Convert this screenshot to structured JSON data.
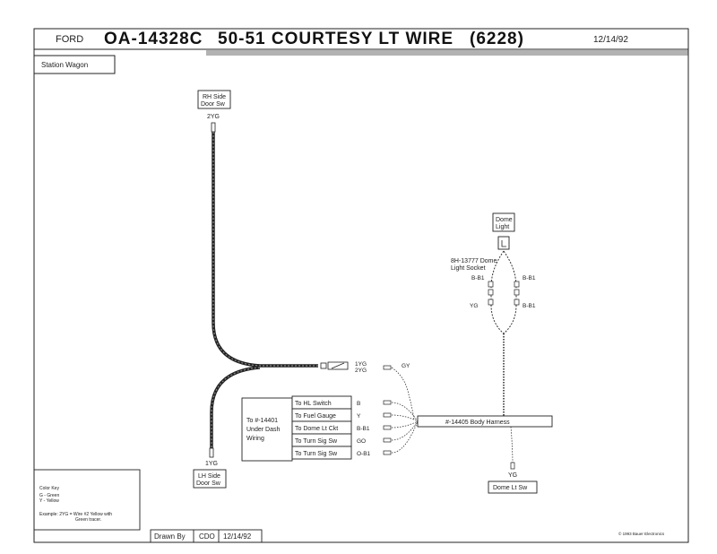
{
  "header": {
    "make": "FORD",
    "part_number": "OA-14328C",
    "title": "50-51 COURTESY LT WIRE",
    "code": "(6228)",
    "date": "12/14/92"
  },
  "vehicle_tag": "Station Wagon",
  "components": {
    "rh_switch": [
      "RH Side",
      "Door Sw"
    ],
    "rh_wire": "2YG",
    "lh_switch": [
      "LH Side",
      "Door Sw"
    ],
    "lh_wire": "1YG",
    "dome_light": [
      "Dome",
      "Light"
    ],
    "dome_socket": [
      "8H-13777 Dome",
      "Light Socket"
    ],
    "socket_wires": {
      "left_top": "B-B1",
      "left_bottom": "YG",
      "right_top": "B-B1",
      "right_bottom": "B-B1"
    },
    "junction_wires": [
      "1YG",
      "2YG"
    ],
    "gy_wire": "GY",
    "body_harness": "#-14405 Body Harness",
    "dome_lt_sw_wire": "YG",
    "dome_lt_sw": "Dome Lt Sw"
  },
  "under_dash": {
    "label": [
      "To #-14401",
      "Under Dash",
      "Wiring"
    ],
    "rows": [
      {
        "destination": "To HL Switch",
        "wire": "B"
      },
      {
        "destination": "To Fuel Gauge",
        "wire": "Y"
      },
      {
        "destination": "To Dome Lt Ckt",
        "wire": "B-B1"
      },
      {
        "destination": "To Turn Sig Sw",
        "wire": "GO"
      },
      {
        "destination": "To Turn Sig Sw",
        "wire": "O-B1"
      }
    ]
  },
  "color_key": {
    "title": "Color Key",
    "entries": [
      "G - Green",
      "Y - Yellow"
    ],
    "example_line1": "Example: 2YG = Wire #2 Yellow with",
    "example_line2": "Green tracer."
  },
  "footer": {
    "drawn_by_label": "Drawn By",
    "drawn_by": "CDO",
    "date": "12/14/92",
    "copyright": "© 1993 Bauer Electronics"
  }
}
